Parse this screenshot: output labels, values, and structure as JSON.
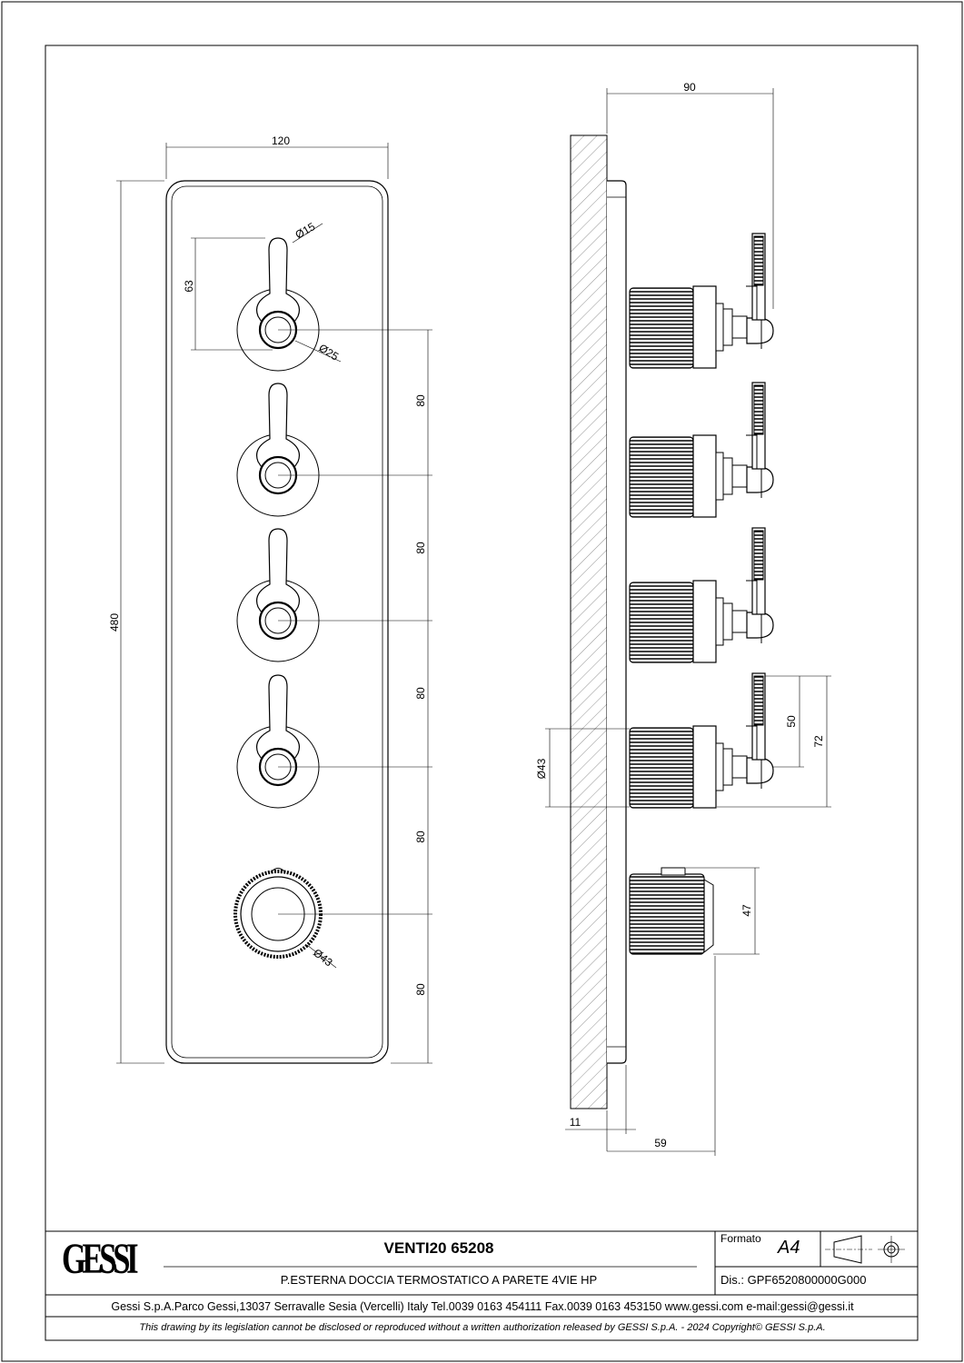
{
  "drawing": {
    "front_view": {
      "plate_width_label": "120",
      "plate_height_label": "480",
      "lever_length_label": "63",
      "lever_tip_diameter_label": "Ø15",
      "handle_base_diameter_label": "Ø25",
      "knob_diameter_label": "Ø43",
      "spacing_labels": [
        "80",
        "80",
        "80",
        "80",
        "80"
      ]
    },
    "side_view": {
      "overall_depth_label": "90",
      "knob_diameter_label": "Ø43",
      "lever_height_label": "50",
      "lever_total_label": "72",
      "knob_height_label": "47",
      "plate_thickness_label": "11",
      "body_depth_label": "59"
    }
  },
  "title_block": {
    "logo": "GESSI",
    "title": "VENTI20 65208",
    "description": "P.ESTERNA DOCCIA TERMOSTATICO A PARETE 4VIE HP",
    "format_label": "Formato",
    "format_value": "A4",
    "drawing_number": "Dis.: GPF6520800000G000",
    "company": "Gessi S.p.A.Parco Gessi,13037 Serravalle Sesia (Vercelli) Italy Tel.0039 0163 454111 Fax.0039 0163 453150 www.gessi.com e-mail:gessi@gessi.it",
    "notice": "This drawing by its legislation cannot be disclosed or reproduced without a written authorization released by GESSI S.p.A. - 2024 Copyright© GESSI S.p.A."
  }
}
